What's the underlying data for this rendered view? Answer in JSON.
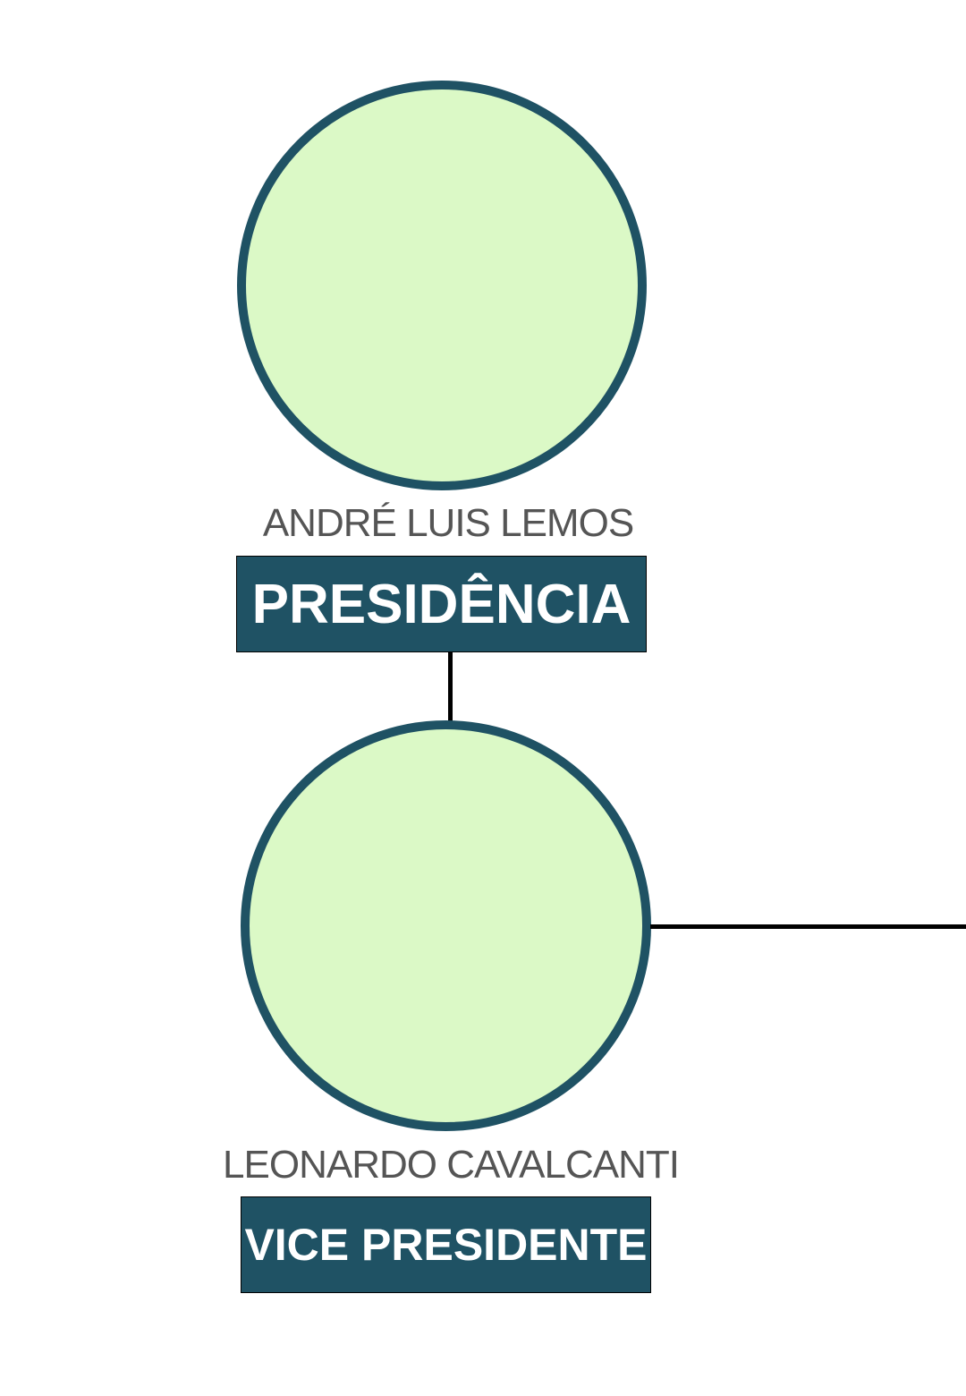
{
  "colors": {
    "circle_fill": "#dbf9c6",
    "accent": "#1f5264",
    "name_text": "#555555",
    "connector": "#000000"
  },
  "nodes": [
    {
      "name": "ANDRÉ LUIS LEMOS",
      "role": "PRESIDÊNCIA"
    },
    {
      "name": "LEONARDO CAVALCANTI",
      "role": "VICE PRESIDENTE"
    }
  ]
}
